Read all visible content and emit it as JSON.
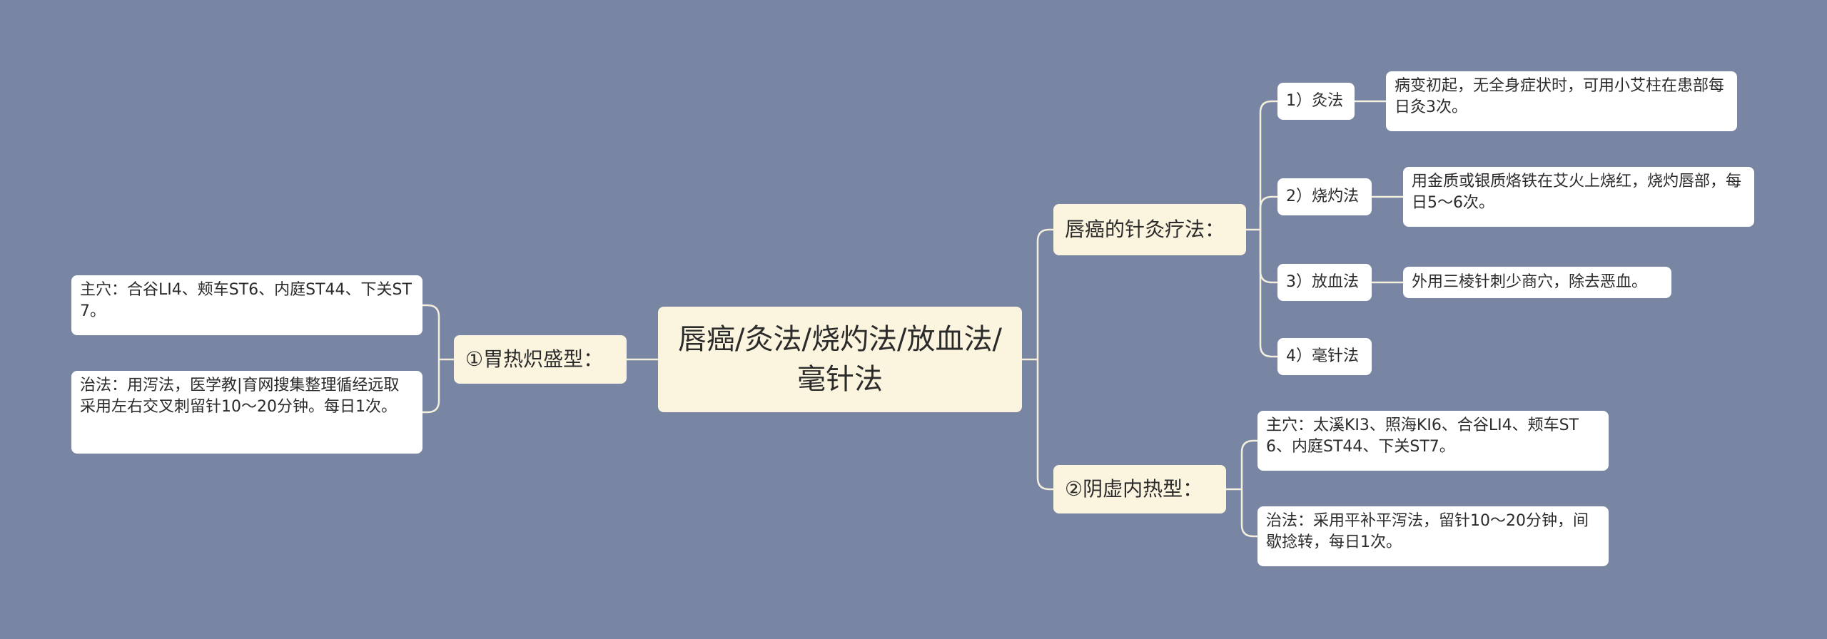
{
  "diagram": {
    "root": "唇癌/灸法/烧灼法/放血法/毫针法",
    "left_branch": {
      "label": "①胃热炽盛型：",
      "children": [
        "主穴：合谷LI4、颊车ST6、内庭ST44、下关ST7。",
        "治法：用泻法，医学教|育网搜集整理循经远取采用左右交叉刺留针10～20分钟。每日1次。"
      ]
    },
    "right_branch_1": {
      "label": "唇癌的针灸疗法：",
      "children": [
        {
          "label": "1）灸法",
          "detail": "病变初起，无全身症状时，可用小艾柱在患部每日灸3次。"
        },
        {
          "label": "2）烧灼法",
          "detail": "用金质或银质烙铁在艾火上烧红，烧灼唇部，每日5～6次。"
        },
        {
          "label": "3）放血法",
          "detail": "外用三棱针刺少商穴，除去恶血。"
        },
        {
          "label": "4）毫针法"
        }
      ]
    },
    "right_branch_2": {
      "label": "②阴虚内热型：",
      "children": [
        "主穴：太溪KI3、照海KI6、合谷LI4、颊车ST6、内庭ST44、下关ST7。",
        "治法：采用平补平泻法，留针10～20分钟，间歇捻转，每日1次。"
      ]
    }
  },
  "colors": {
    "background": "#7886a4",
    "primary_node": "#fbf4df",
    "secondary_node": "#ffffff",
    "connector": "#f4efdc"
  }
}
